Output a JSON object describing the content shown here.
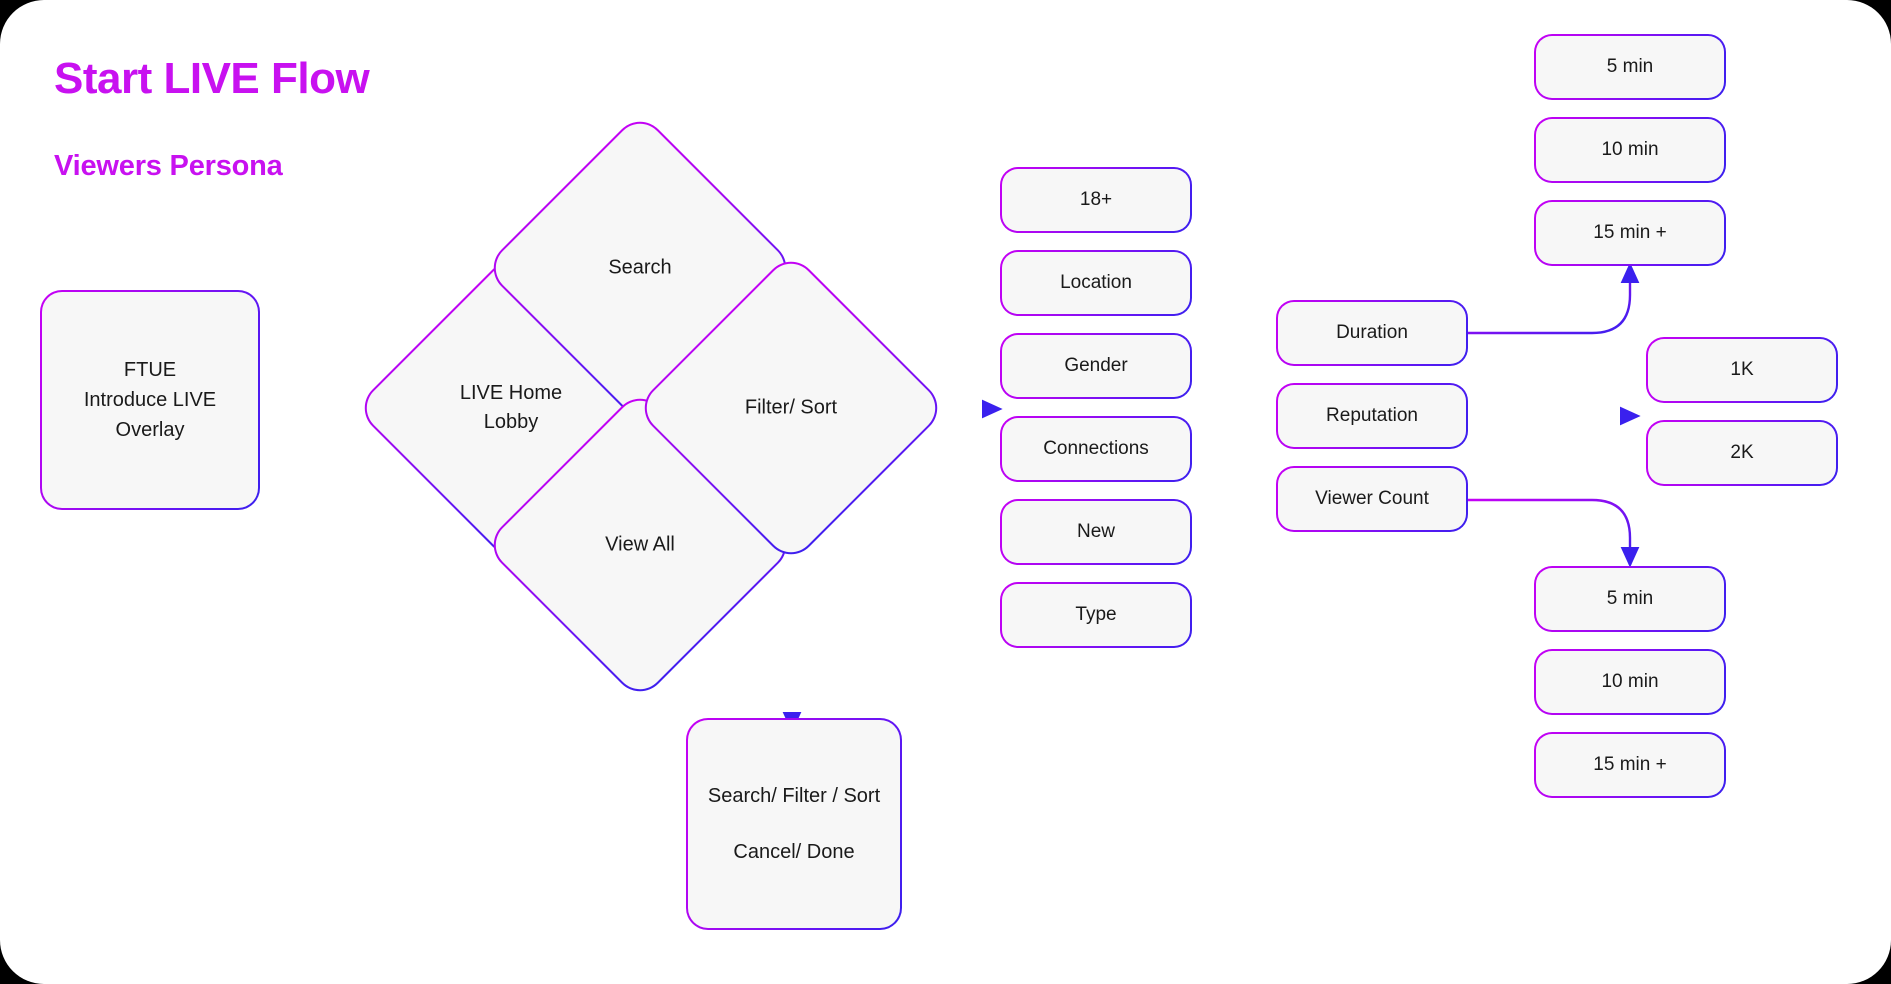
{
  "header": {
    "title": "Start LIVE Flow",
    "subtitle": "Viewers Persona"
  },
  "colors": {
    "accent_magenta": "#c811f0",
    "gradient_start": "#c600f5",
    "gradient_end": "#3a20ee",
    "node_fill": "#f7f7f7",
    "canvas": "#ffffff",
    "text": "#1a1a1a"
  },
  "nodes": {
    "ftue": {
      "line1": "FTUE",
      "line2": "Introduce LIVE",
      "line3": "Overlay"
    },
    "lobby": {
      "line1": "LIVE Home",
      "line2": "Lobby"
    },
    "search": {
      "label": "Search"
    },
    "view_all": {
      "label": "View All"
    },
    "filter_sort": {
      "label": "Filter/ Sort"
    },
    "sheet": {
      "line1": "Search/ Filter / Sort",
      "line2": "Cancel/ Done"
    }
  },
  "filter_options": [
    {
      "label": "18+"
    },
    {
      "label": "Location"
    },
    {
      "label": "Gender"
    },
    {
      "label": "Connections"
    },
    {
      "label": "New"
    },
    {
      "label": "Type"
    }
  ],
  "sort_criteria": [
    {
      "label": "Duration"
    },
    {
      "label": "Reputation"
    },
    {
      "label": "Viewer Count"
    }
  ],
  "duration_values_top": [
    {
      "label": "5 min"
    },
    {
      "label": "10 min"
    },
    {
      "label": "15 min +"
    }
  ],
  "reputation_values": [
    {
      "label": "1K"
    },
    {
      "label": "2K"
    }
  ],
  "viewer_count_values": [
    {
      "label": "5 min"
    },
    {
      "label": "10 min"
    },
    {
      "label": "15 min +"
    }
  ]
}
